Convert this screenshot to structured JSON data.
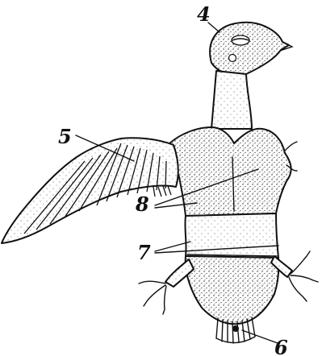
{
  "labels": [
    {
      "id": "4",
      "text": "4"
    },
    {
      "id": "5",
      "text": "5"
    },
    {
      "id": "8",
      "text": "8"
    },
    {
      "id": "7",
      "text": "7"
    },
    {
      "id": "6",
      "text": "6"
    }
  ],
  "colors": {
    "ink": "#111111",
    "background": "#ffffff"
  }
}
